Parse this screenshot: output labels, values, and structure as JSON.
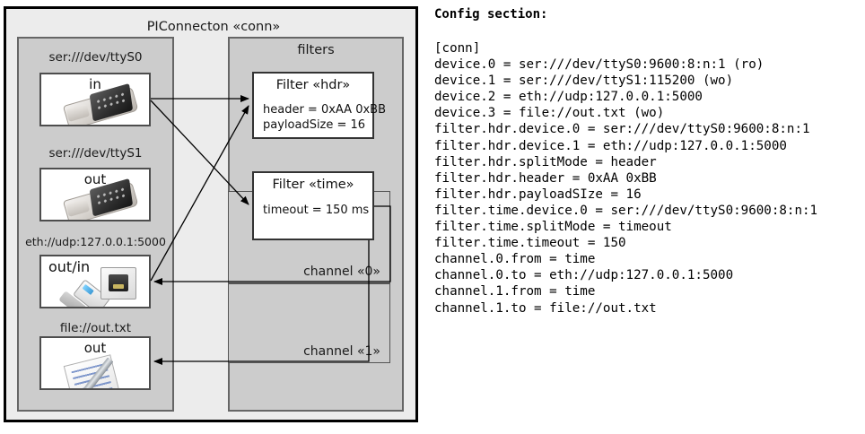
{
  "diagram": {
    "outer_title": "PIConnecton «conn»",
    "devices_group_title": "",
    "filters_group_title": "filters",
    "devices": [
      {
        "label": "ser:///dev/ttyS0",
        "caption": "in",
        "icon": "serial-port-icon"
      },
      {
        "label": "ser:///dev/ttyS1",
        "caption": "out",
        "icon": "serial-port-icon"
      },
      {
        "label": "eth://udp:127.0.0.1:5000",
        "caption": "out/in",
        "icon": "network-jack-icon"
      },
      {
        "label": "file://out.txt",
        "caption": "out",
        "icon": "text-file-icon"
      }
    ],
    "filters": [
      {
        "title": "Filter «hdr»",
        "props": [
          "header = 0xAA 0xBB",
          "payloadSize = 16"
        ]
      },
      {
        "title": "Filter «time»",
        "props": [
          "timeout = 150 ms"
        ]
      }
    ],
    "channels": [
      {
        "label": "channel «0»"
      },
      {
        "label": "channel «1»"
      }
    ]
  },
  "config": {
    "heading": "Config section:",
    "lines": [
      "[conn]",
      "device.0 = ser:///dev/ttyS0:9600:8:n:1 (ro)",
      "device.1 = ser:///dev/ttyS1:115200 (wo)",
      "device.2 = eth://udp:127.0.0.1:5000",
      "device.3 = file://out.txt (wo)",
      "filter.hdr.device.0 = ser:///dev/ttyS0:9600:8:n:1",
      "filter.hdr.device.1 = eth://udp:127.0.0.1:5000",
      "filter.hdr.splitMode = header",
      "filter.hdr.header = 0xAA 0xBB",
      "filter.hdr.payloadSIze = 16",
      "filter.time.device.0 = ser:///dev/ttyS0:9600:8:n:1",
      "filter.time.splitMode = timeout",
      "filter.time.timeout = 150",
      "channel.0.from = time",
      "channel.0.to = eth://udp:127.0.0.1:5000",
      "channel.1.from = time",
      "channel.1.to = file://out.txt"
    ]
  },
  "colors": {
    "page_background": "#ffffff",
    "frame_fill": "#ececec",
    "group_fill": "#cccccc",
    "box_fill": "#ffffff",
    "stroke": "#000000"
  }
}
